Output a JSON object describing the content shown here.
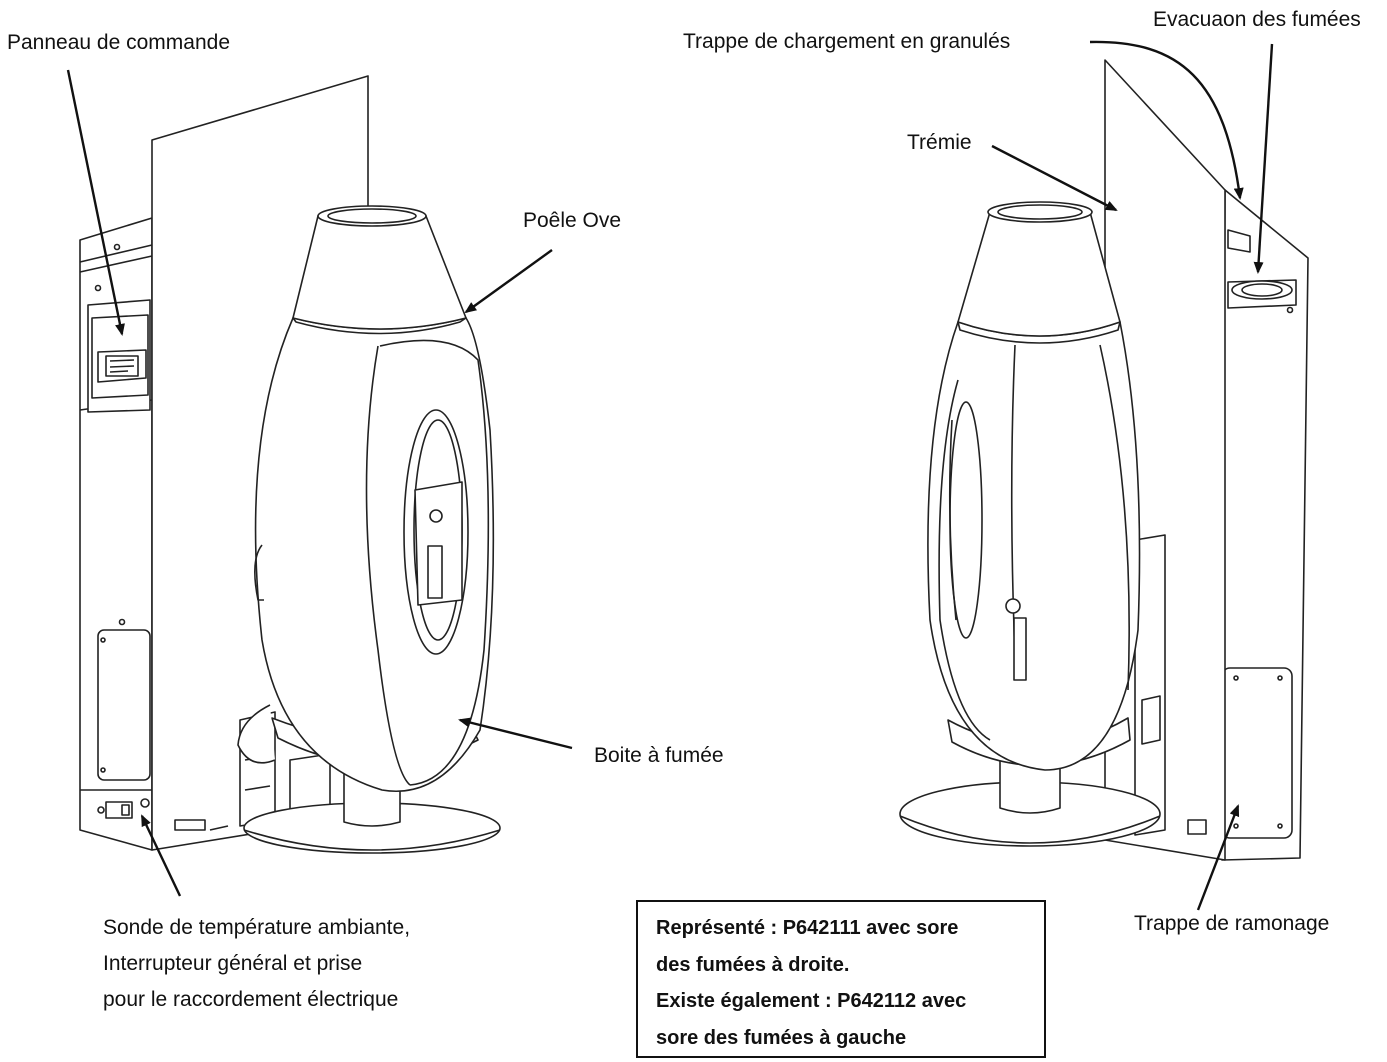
{
  "labels": {
    "panneau": "Panneau de commande",
    "poele": "Poêle Ove",
    "boite": "Boite à fumée",
    "sonde_lines": [
      "Sonde de température ambiante,",
      "Interrupteur général et prise",
      "pour le raccordement électrique"
    ],
    "trappe_chargement": "Trappe de chargement en granulés",
    "evacuation": "Evacuaon des fumées",
    "tremie": "Trémie",
    "trappe_ramonage": "Trappe de ramonage"
  },
  "note": {
    "lines": [
      "Représenté : P642111 avec sore",
      "des fumées à droite.",
      "Existe également : P642112 avec",
      "sore des fumées à gauche"
    ]
  }
}
